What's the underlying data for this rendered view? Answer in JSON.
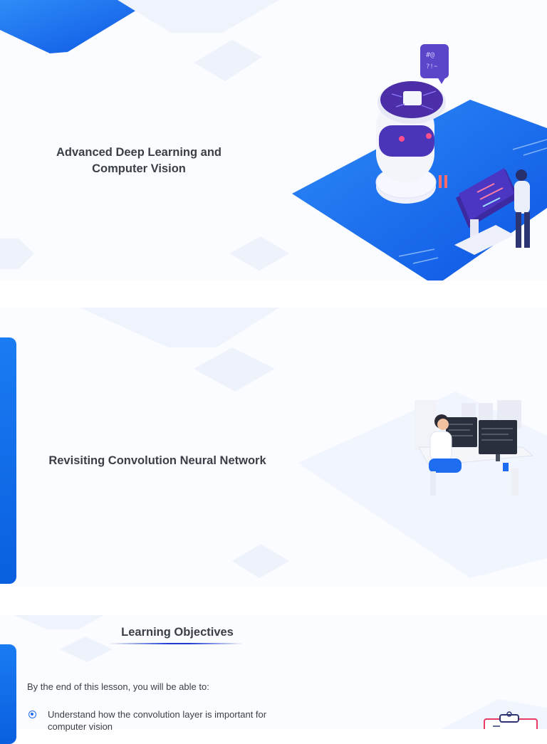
{
  "slides": [
    {
      "title_line1": "Advanced Deep Learning and",
      "title_line2": "Computer Vision"
    },
    {
      "title": "Revisiting Convolution Neural Network"
    },
    {
      "title": "Learning Objectives",
      "intro": "By the end of this lesson, you will be able to:",
      "objectives": [
        {
          "text": "Understand how the convolution layer is important for computer vision"
        }
      ]
    }
  ],
  "colors": {
    "accent": "#1e6cf0",
    "title": "#3a3f47",
    "background": "#fbfcff"
  },
  "icons": [
    "robot-illustration",
    "developer-workstation-illustration",
    "clipboard-illustration",
    "radio-bullet-icon"
  ]
}
